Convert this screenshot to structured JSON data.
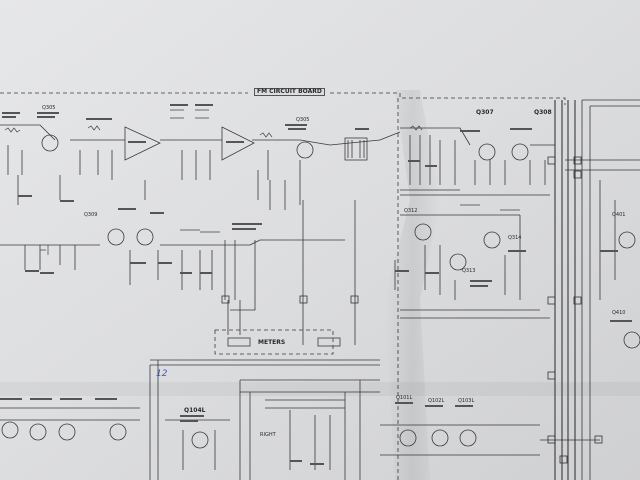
{
  "board": {
    "title": "FM CIRCUIT BOARD"
  },
  "meter": {
    "label": "METERS"
  },
  "handwritten_mark": "12",
  "labels": {
    "q305": "Q305",
    "q307": "Q307",
    "q308": "Q308",
    "q309": "Q309",
    "q312": "Q312",
    "q313": "Q313",
    "q314": "Q314",
    "q101l": "Q101L",
    "q102l": "Q102L",
    "q103l": "Q103L",
    "q104l": "Q104L",
    "q410": "Q410",
    "q401": "Q401",
    "right": "RIGHT"
  }
}
